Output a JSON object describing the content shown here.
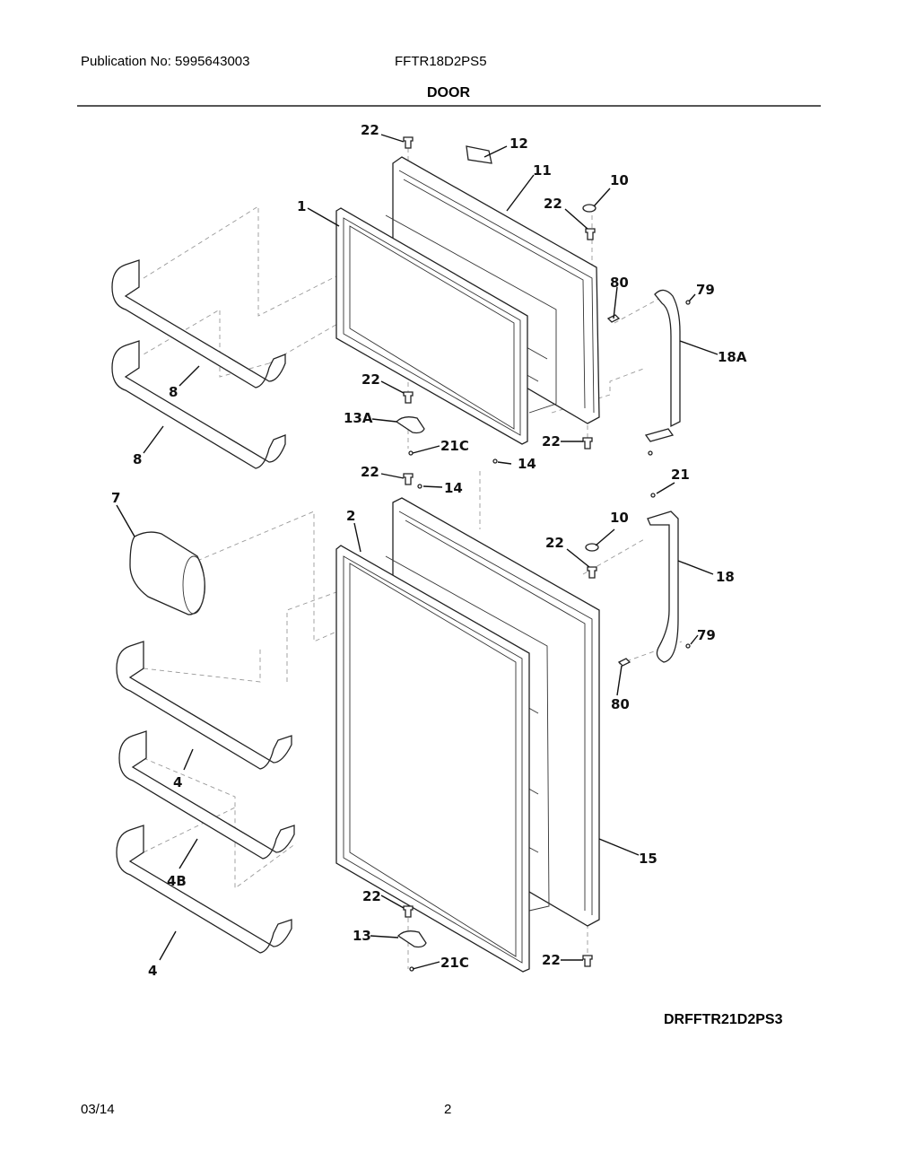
{
  "header": {
    "publication": "Publication No: 5995643003",
    "model": "FFTR18D2PS5",
    "section_title": "DOOR"
  },
  "diagram": {
    "id": "DRFFTR21D2PS3",
    "callouts": {
      "c22_top": "22",
      "c12": "12",
      "c11": "11",
      "c10_top": "10",
      "c22_hinge_top": "22",
      "c1": "1",
      "c80_top": "80",
      "c79_top": "79",
      "c18A": "18A",
      "c8_a": "8",
      "c8_b": "8",
      "c22_mid_left": "22",
      "c13A": "13A",
      "c21C_top": "21C",
      "c22_mid_right": "22",
      "c14_a": "14",
      "c22_lower_top": "22",
      "c14_b": "14",
      "c21": "21",
      "c7": "7",
      "c2": "2",
      "c10_lower": "10",
      "c22_lower_hinge": "22",
      "c18": "18",
      "c79_lower": "79",
      "c80_lower": "80",
      "c4_a": "4",
      "c4B": "4B",
      "c4_b": "4",
      "c15": "15",
      "c22_bottom_left": "22",
      "c13": "13",
      "c21C_bottom": "21C",
      "c22_bottom_right": "22"
    }
  },
  "footer": {
    "date": "03/14",
    "page": "2"
  }
}
